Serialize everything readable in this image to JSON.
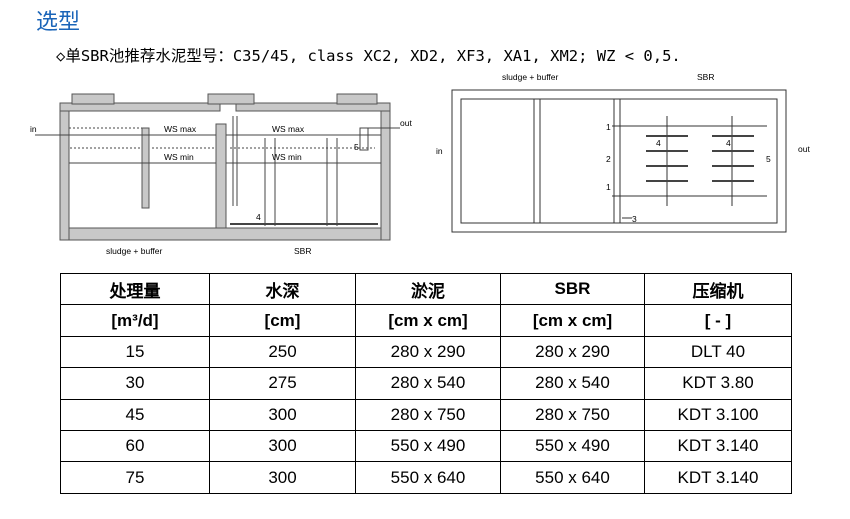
{
  "heading": "选型",
  "spec_line": "◇单SBR池推荐水泥型号：C35/45, class XC2, XD2, XF3, XA1, XM2; WZ < 0,5.",
  "section_diagram": {
    "in": "in",
    "out": "out",
    "ws_max_1": "WS max",
    "ws_min_1": "WS min",
    "ws_max_2": "WS max",
    "ws_min_2": "WS min",
    "num_4": "4",
    "num_5": "5",
    "sludge_buffer": "sludge + buffer",
    "sbr": "SBR"
  },
  "plan_diagram": {
    "sludge_buffer": "sludge + buffer",
    "sbr": "SBR",
    "in": "in",
    "out": "out",
    "n1a": "1",
    "n2": "2",
    "n1b": "1",
    "n3": "3",
    "n4a": "4",
    "n4b": "4",
    "n5": "5"
  },
  "table": {
    "headers": [
      "处理量",
      "水深",
      "淤泥",
      "SBR",
      "压缩机"
    ],
    "units": [
      "[m³/d]",
      "[cm]",
      "[cm x cm]",
      "[cm x cm]",
      "[ - ]"
    ],
    "rows": [
      [
        "15",
        "250",
        "280 x 290",
        "280 x 290",
        "DLT 40"
      ],
      [
        "30",
        "275",
        "280 x 540",
        "280 x 540",
        "KDT 3.80"
      ],
      [
        "45",
        "300",
        "280 x 750",
        "280 x 750",
        "KDT 3.100"
      ],
      [
        "60",
        "300",
        "550 x 490",
        "550 x 490",
        "KDT 3.140"
      ],
      [
        "75",
        "300",
        "550 x 640",
        "550 x 640",
        "KDT 3.140"
      ]
    ]
  }
}
